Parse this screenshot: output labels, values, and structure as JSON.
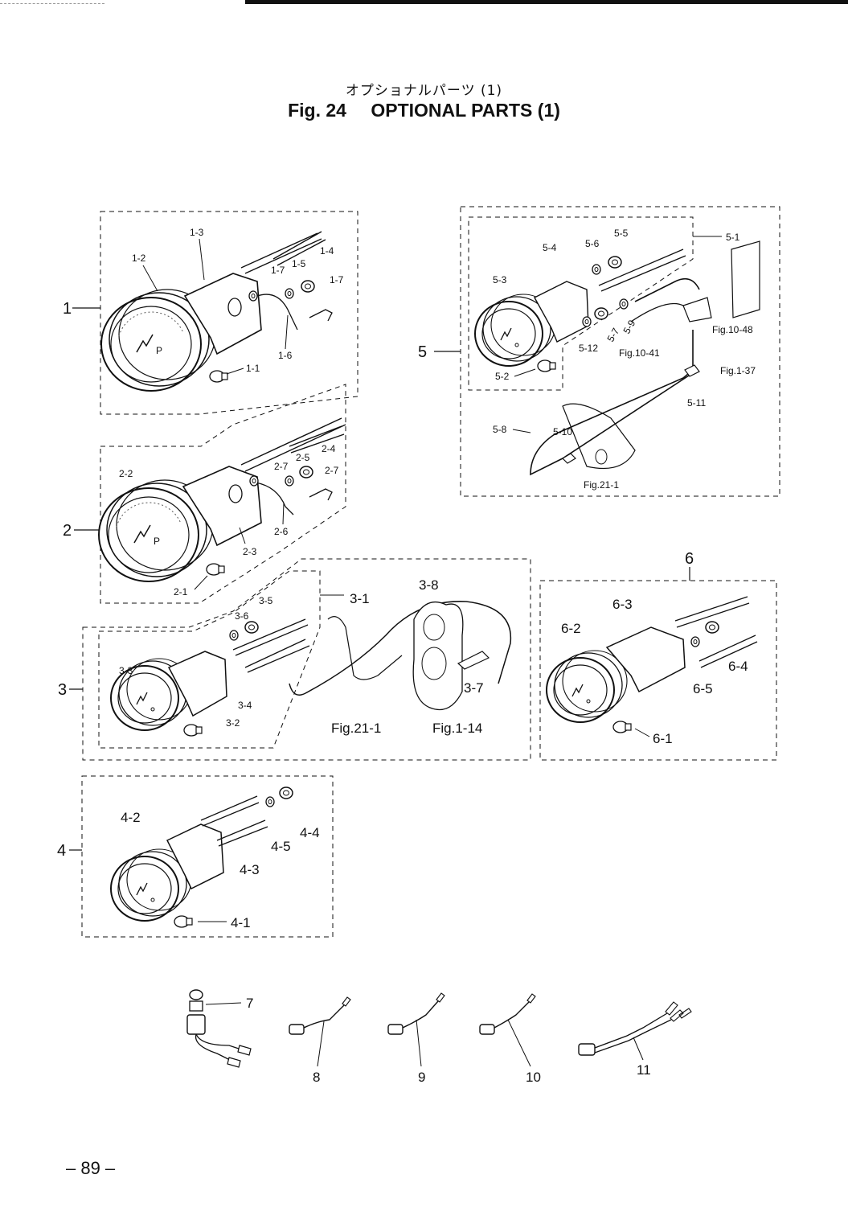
{
  "header": {
    "subtitle_jp": "オプショナルパーツ (1)",
    "fig_number": "Fig. 24",
    "title": "OPTIONAL PARTS (1)"
  },
  "callouts": {
    "g1": {
      "group": "1",
      "parts": [
        "1-1",
        "1-2",
        "1-3",
        "1-4",
        "1-5",
        "1-6",
        "1-7",
        "1-7"
      ]
    },
    "g2": {
      "group": "2",
      "parts": [
        "2-1",
        "2-2",
        "2-3",
        "2-4",
        "2-5",
        "2-6",
        "2-7",
        "2-7"
      ]
    },
    "g3": {
      "group": "3",
      "parts": [
        "3-1",
        "3-2",
        "3-3",
        "3-4",
        "3-5",
        "3-6",
        "3-7",
        "3-8"
      ],
      "refs": [
        "Fig.21-1",
        "Fig.1-14"
      ]
    },
    "g4": {
      "group": "4",
      "parts": [
        "4-1",
        "4-2",
        "4-3",
        "4-4",
        "4-5"
      ]
    },
    "g5": {
      "group": "5",
      "parts": [
        "5-1",
        "5-2",
        "5-3",
        "5-4",
        "5-5",
        "5-6",
        "5-7",
        "5-8",
        "5-9",
        "5-10",
        "5-11",
        "5-12"
      ],
      "refs": [
        "Fig.10-41",
        "Fig.10-48",
        "Fig.1-37",
        "Fig.21-1"
      ]
    },
    "g6": {
      "group": "6",
      "parts": [
        "6-1",
        "6-2",
        "6-3",
        "6-4",
        "6-5"
      ]
    },
    "singles": [
      "7",
      "8",
      "9",
      "10",
      "11"
    ]
  },
  "page_number": "– 89 –"
}
